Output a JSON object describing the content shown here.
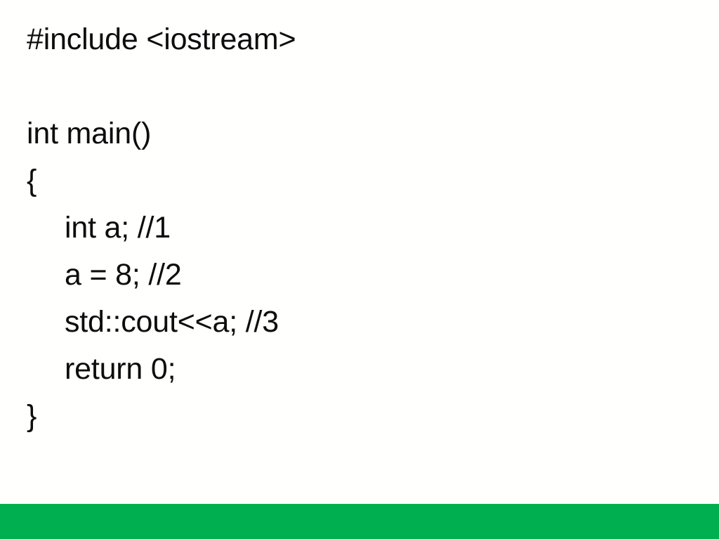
{
  "slide": {
    "background_color": "#FFFFFE",
    "text_color": "#0D0D0D",
    "accent_bar_color": "#00B050",
    "language": "C++"
  },
  "code": {
    "lines": [
      {
        "id": "line-include",
        "text": "#include <iostream>",
        "indent": 0
      },
      {
        "id": "line-blank-1",
        "text": " ",
        "indent": 0
      },
      {
        "id": "line-main",
        "text": "int main()",
        "indent": 0
      },
      {
        "id": "line-open-brace",
        "text": "{",
        "indent": 0
      },
      {
        "id": "line-decl",
        "text": "int a; //1",
        "indent": 1
      },
      {
        "id": "line-assign",
        "text": "a = 8; //2",
        "indent": 1
      },
      {
        "id": "line-print",
        "text": "std::cout<<a; //3",
        "indent": 1
      },
      {
        "id": "line-return",
        "text": "return 0;",
        "indent": 1
      },
      {
        "id": "line-close-brace",
        "text": "}",
        "indent": 0
      }
    ]
  }
}
